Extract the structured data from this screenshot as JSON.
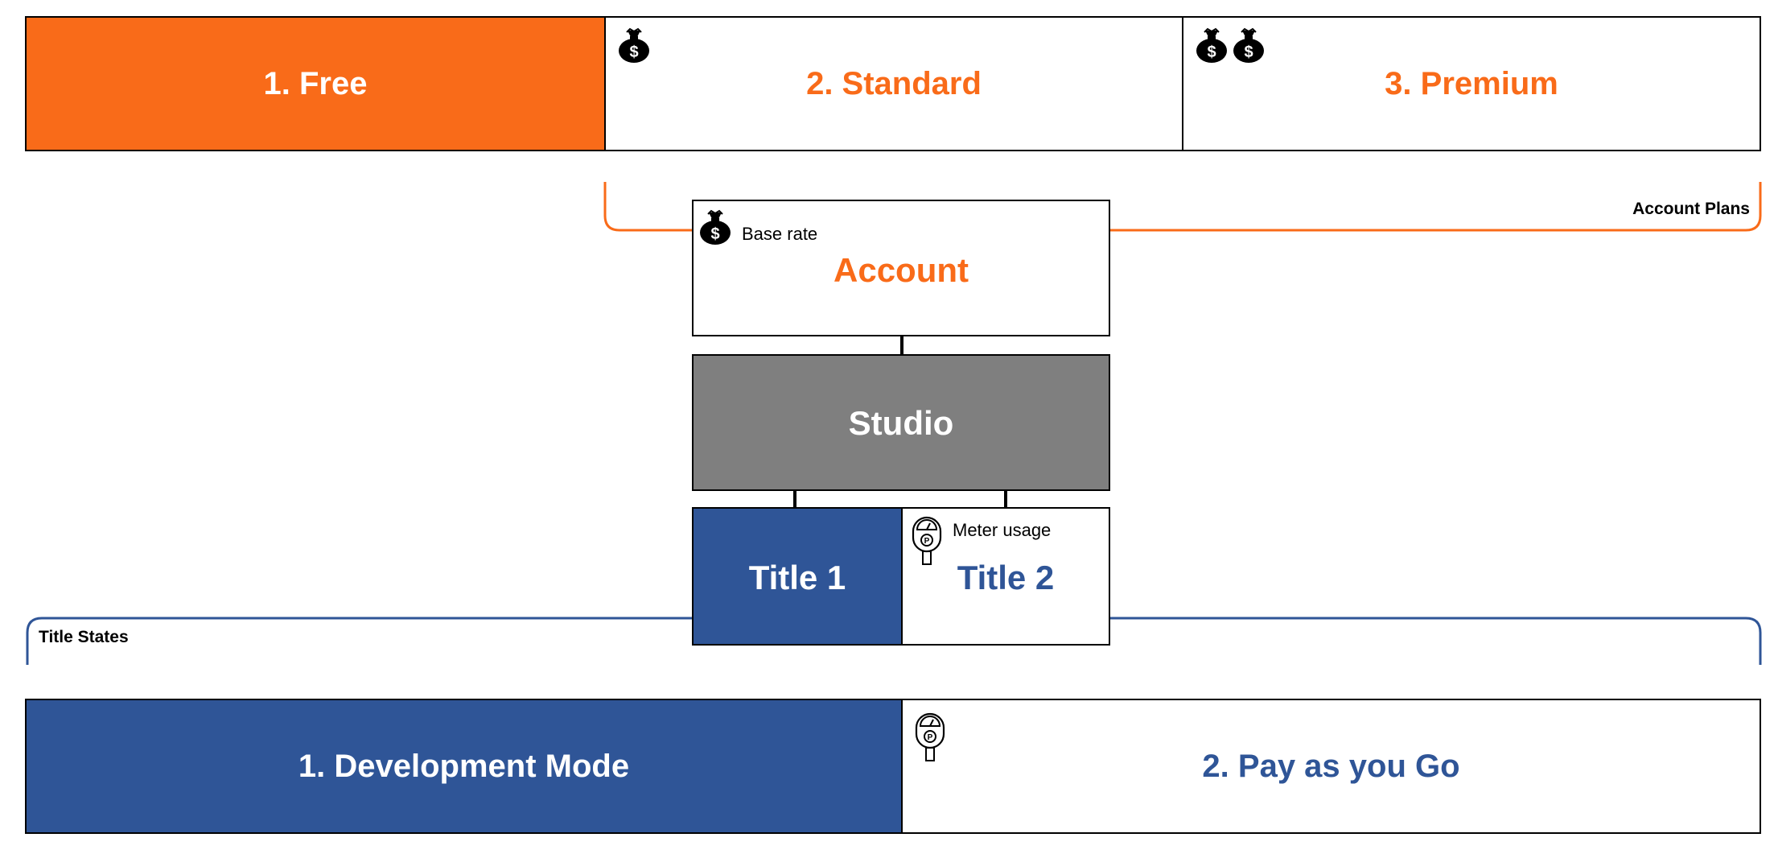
{
  "colors": {
    "orange": "#F96B19",
    "blue": "#2F5597",
    "gray": "#7F7F7F",
    "white": "#FFFFFF",
    "black": "#000000"
  },
  "plans": {
    "free": "1. Free",
    "standard": "2. Standard",
    "premium": "3. Premium",
    "bracket_label": "Account Plans"
  },
  "account": {
    "title": "Account",
    "note": "Base rate"
  },
  "studio": {
    "title": "Studio"
  },
  "titles": {
    "title1": "Title 1",
    "title2": "Title 2",
    "title2_note": "Meter usage"
  },
  "states": {
    "bracket_label": "Title States",
    "development": "1. Development Mode",
    "payg": "2. Pay as you Go"
  },
  "icons": {
    "money_bag": "money-bag-icon",
    "parking_meter": "parking-meter-icon"
  }
}
